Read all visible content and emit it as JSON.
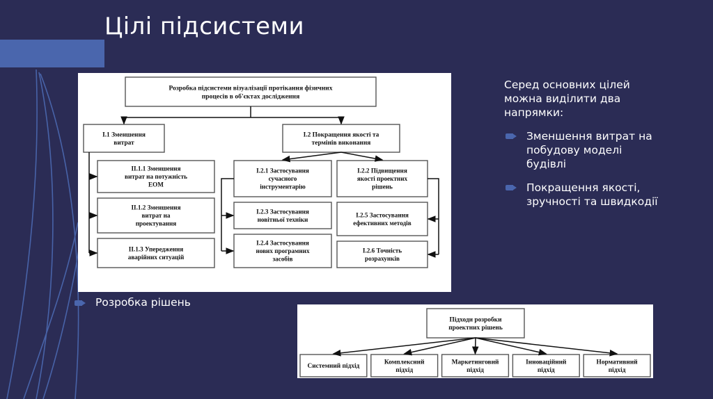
{
  "slide": {
    "title": "Цілі підсистеми",
    "background_color": "#2b2c55",
    "accent_color": "#4a66ad",
    "panel_color": "#ffffff",
    "text_color": "#ffffff",
    "node_border_color": "#555555"
  },
  "right_panel": {
    "lead": "Серед основних цілей можна виділити два напрямки:",
    "bullets": [
      "Зменшення витрат на побудову моделі будівлі",
      "Покращення якості, зручності та швидкодії"
    ],
    "bullet_icon": "pennant-arrow-icon"
  },
  "lower_bullet": {
    "label": "Розробка рішень",
    "bullet_icon": "pennant-arrow-icon"
  },
  "diagram_top": {
    "type": "tree",
    "root": "Розробка підсистеми візуалізації протікання фізичних процесів в об'єктах дослідження",
    "level1": [
      "I.1 Зменшення витрат",
      "I.2 Покращення якості та термінів виконання"
    ],
    "branch_left": [
      "II.1.1 Зменшення витрат на потужність ЕОМ",
      "II.1.2 Зменшення витрат на проектування",
      "II.1.3 Упередження аварійних ситуацій"
    ],
    "branch_mid": [
      "I.2.1 Застосування сучасного інструментарію",
      "I.2.3 Застосування новітньої техніки",
      "I.2.4 Застосування нових програмних засобів"
    ],
    "branch_right": [
      "I.2.2 Підвищення якості проектних рішень",
      "I.2.5 Застосування ефективних методів",
      "I.2.6 Точність розрахунків"
    ]
  },
  "diagram_bottom": {
    "type": "tree",
    "root": "Підходи розробки проектних рішень",
    "children": [
      "Системний підхід",
      "Комплексний підхід",
      "Маркетинговий підхід",
      "Інноваційний підхід",
      "Нормативний підхід"
    ]
  }
}
